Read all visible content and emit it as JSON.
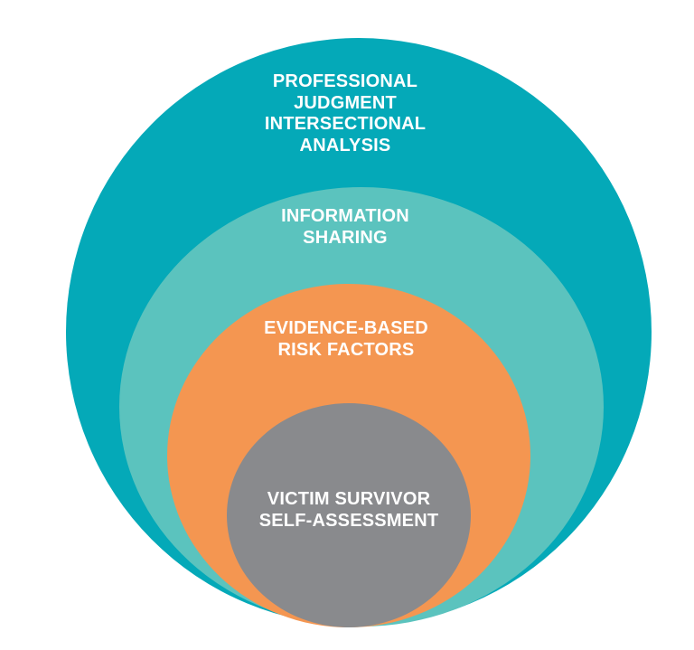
{
  "colors": {
    "outer": "#04a9b8",
    "information": "#5bc3be",
    "evidence": "#f49651",
    "victim": "#898a8d",
    "text": "#ffffff"
  },
  "layers": [
    {
      "id": "professional",
      "lines": [
        "PROFESSIONAL",
        "JUDGMENT",
        "INTERSECTIONAL",
        "ANALYSIS"
      ]
    },
    {
      "id": "information",
      "lines": [
        "INFORMATION",
        "SHARING"
      ]
    },
    {
      "id": "evidence",
      "lines": [
        "EVIDENCE-BASED",
        "RISK FACTORS"
      ]
    },
    {
      "id": "victim",
      "lines": [
        "VICTIM SURVIVOR",
        "SELF-ASSESSMENT"
      ]
    }
  ]
}
